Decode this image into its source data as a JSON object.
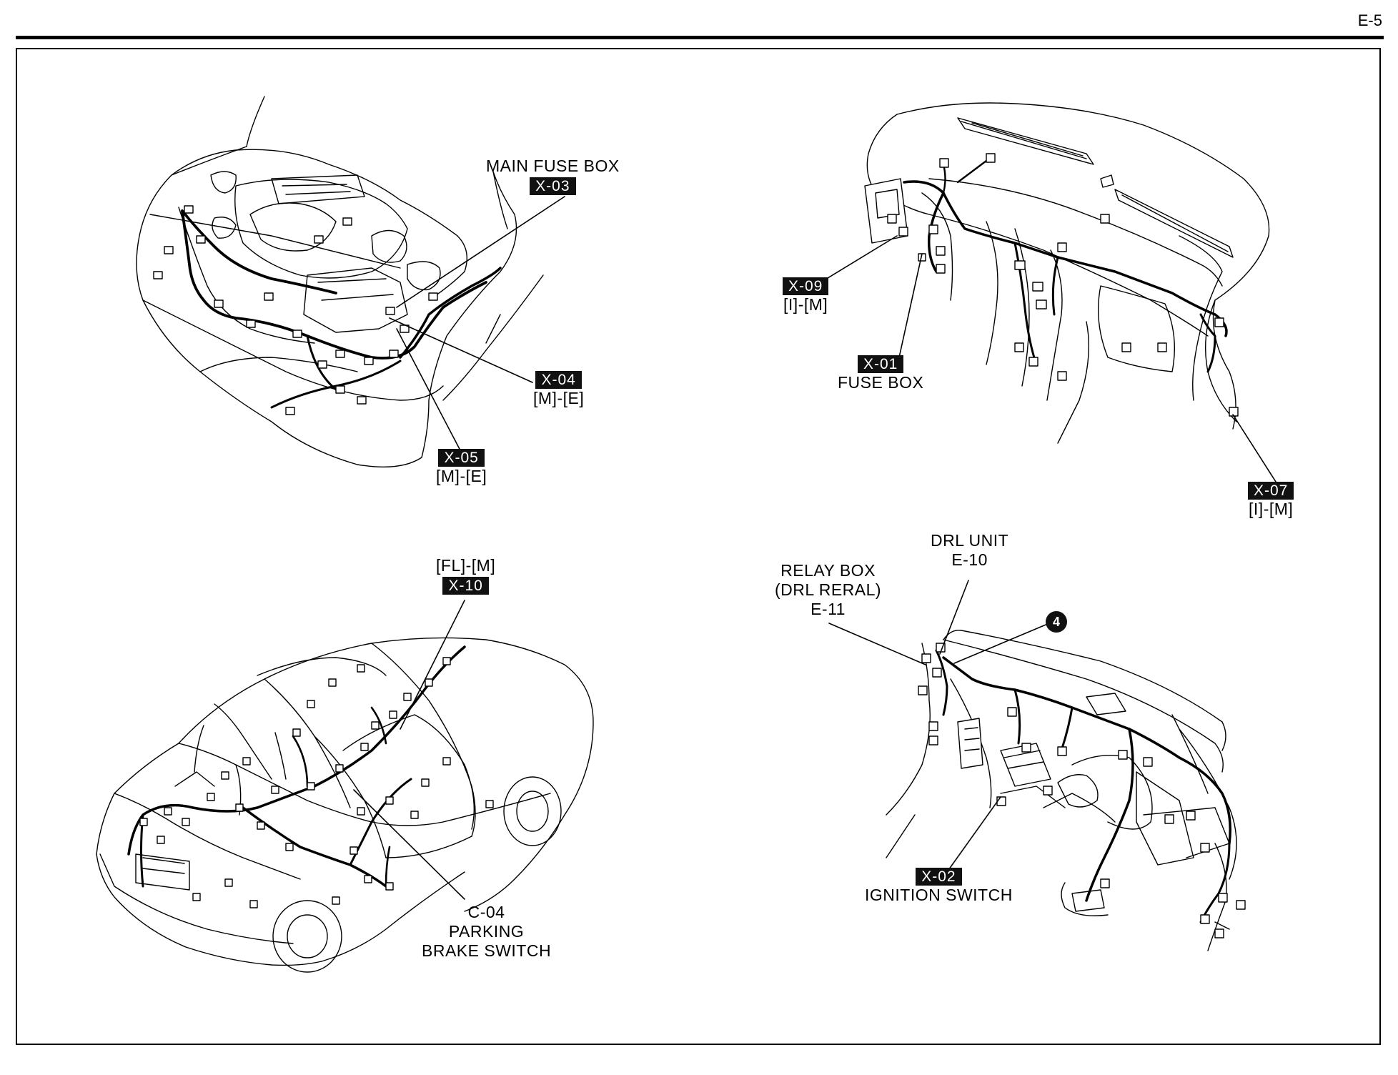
{
  "page_code": "E-5",
  "labels": {
    "main_fuse_box": {
      "name": "MAIN FUSE BOX",
      "tag": "X-03"
    },
    "x04": {
      "tag": "X-04",
      "sub": "[M]-[E]"
    },
    "x05": {
      "tag": "X-05",
      "sub": "[M]-[E]"
    },
    "x09": {
      "tag": "X-09",
      "sub": "[I]-[M]"
    },
    "fuse_box": {
      "tag": "X-01",
      "name": "FUSE BOX"
    },
    "x07": {
      "tag": "X-07",
      "sub": "[I]-[M]"
    },
    "x10": {
      "pre": "[FL]-[M]",
      "tag": "X-10"
    },
    "parking_brake": {
      "line1": "C-04",
      "line2": "PARKING",
      "line3": "BRAKE SWITCH"
    },
    "drl_unit": {
      "line1": "DRL UNIT",
      "line2": "E-10"
    },
    "relay_box": {
      "line1": "RELAY BOX",
      "line2": "(DRL RERAL)",
      "line3": "E-11"
    },
    "ground": {
      "number": "4"
    },
    "ignition_switch": {
      "tag": "X-02",
      "name": "IGNITION SWITCH"
    }
  }
}
